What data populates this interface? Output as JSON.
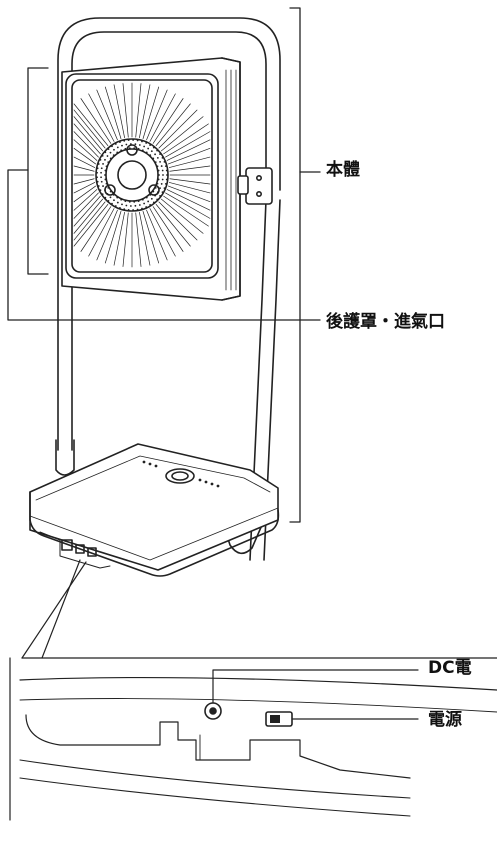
{
  "labels": {
    "body": "本體",
    "rear_guard_intake": "後護罩・進氣口",
    "dc_jack": "DC電",
    "power_switch": "電源"
  },
  "colors": {
    "line": "#222222",
    "fill": "#ffffff"
  },
  "icons": {
    "power_button": "power-icon"
  }
}
